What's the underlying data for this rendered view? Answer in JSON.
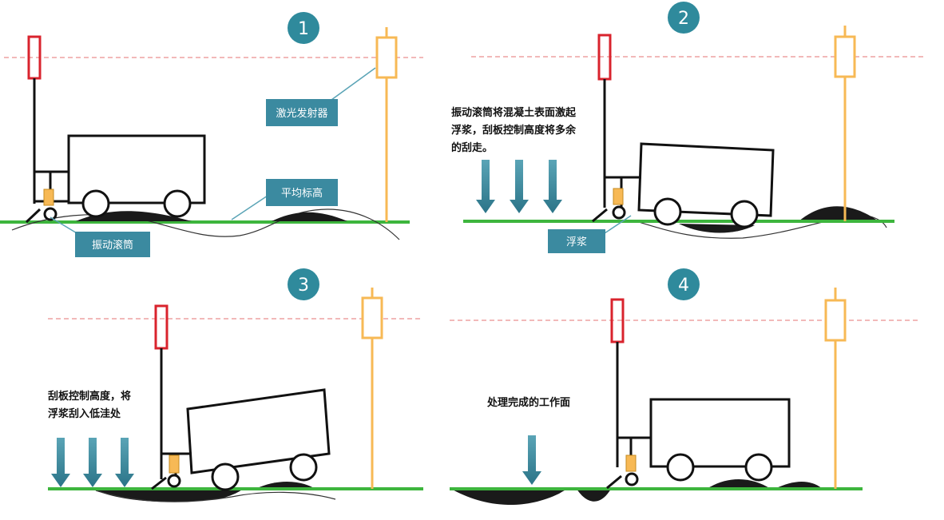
{
  "panels": [
    {
      "step": "1",
      "labels": {
        "laser": "激光发射器",
        "elevation": "平均标高",
        "roller": "振动滚筒"
      }
    },
    {
      "step": "2",
      "labels": {
        "slurry": "浮浆"
      },
      "note": [
        "振动滚筒将混凝土表面激起",
        "浮浆，刮板控制高度将多余",
        "的刮走。"
      ]
    },
    {
      "step": "3",
      "note": [
        "刮板控制高度，将",
        "浮浆刮入低洼处"
      ]
    },
    {
      "step": "4",
      "note": [
        "处理完成的工作面"
      ]
    }
  ],
  "colors": {
    "ground": "#3db53d",
    "dashed_line": "#e57373",
    "staff_red": "#d9232d",
    "staff_yellow": "#f7b955",
    "badge": "#2f8a9c",
    "label_box": "#3b8aa0",
    "arrow": "#3b8aa0",
    "slurry": "#1a1a1a"
  }
}
